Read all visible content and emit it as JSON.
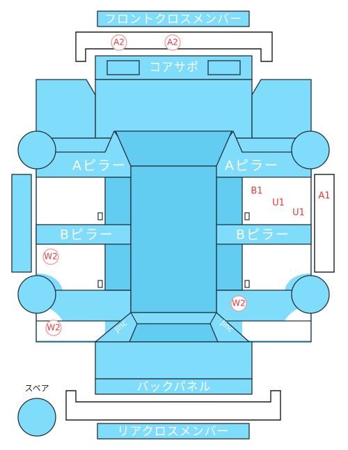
{
  "labels": {
    "front_cross_member": "フロントクロスメンバー",
    "core_support": "コアサポ",
    "a_pillar_left": "Aピラー",
    "a_pillar_right": "Aピラー",
    "b_pillar_left": "Bピラー",
    "b_pillar_right": "Bピラー",
    "back_panel": "バックパネル",
    "rear_cross_member": "リアクロスメンバー",
    "spare": "スペア",
    "jinc_left": "Jinc",
    "jinc_right": "Jinc"
  },
  "damage_marks": {
    "a2_left": "A2",
    "a2_right": "A2",
    "b1": "B1",
    "u1_top": "U1",
    "u1_bottom": "U1",
    "a1": "A1",
    "w2_left_mid": "W2",
    "w2_right": "W2",
    "w2_left_bottom": "W2"
  },
  "colors": {
    "panel": "#7fdcfb",
    "panel_dark": "#62cdf0",
    "mark_red": "#e23a3a",
    "mark_circle": "#f29b9b"
  }
}
